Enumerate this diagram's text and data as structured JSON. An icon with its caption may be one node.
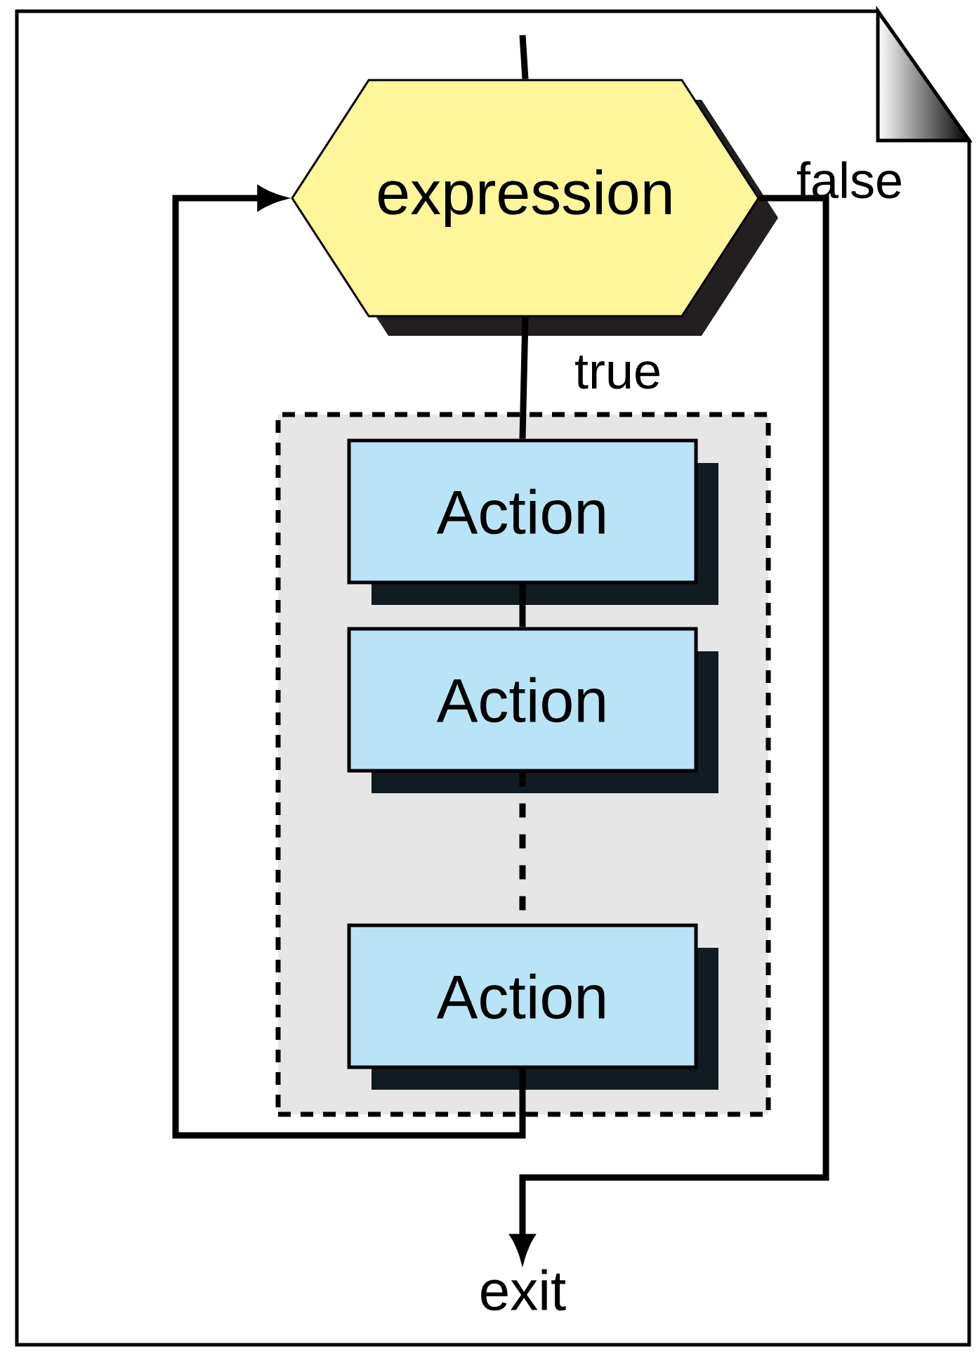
{
  "diagram": {
    "nodes": [
      {
        "text": [
          "expression"
        ]
      },
      {
        "text": [],
        "shape": "box"
      },
      {
        "text": [
          "Action"
        ],
        "in": 1
      },
      {
        "text": [
          "Action"
        ],
        "in": 1
      },
      {
        "text": [
          "Action"
        ],
        "in": 1
      },
      {
        "text": [
          "exit"
        ]
      }
    ],
    "edges": [
      {
        "from": null,
        "to": 0,
        "arrow": "none"
      },
      {
        "from": 0,
        "to": 2,
        "arrow": "none",
        "label": "true"
      },
      {
        "from": 2,
        "to": 3,
        "arrow": "none"
      },
      {
        "from": 3,
        "to": 4,
        "arrow": "none",
        "style": "dashed"
      },
      {
        "from": 4,
        "to": 0,
        "arrow": "to"
      },
      {
        "from": 0,
        "to": 5,
        "arrow": "to",
        "label": "false"
      }
    ]
  }
}
